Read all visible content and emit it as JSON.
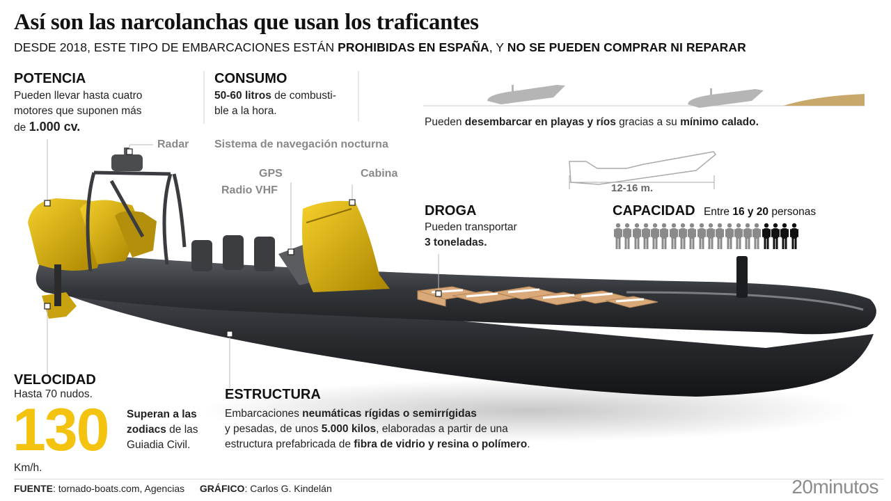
{
  "title": "Así son las narcolanchas que usan los traficantes",
  "subtitle": {
    "part1": "DESDE 2018, ESTE TIPO DE EMBARCACIONES ESTÁN ",
    "bold1": "PROHIBIDAS EN ESPAÑA",
    "part2": ", Y ",
    "bold2": "NO SE PUEDEN COMPRAR NI REPARAR"
  },
  "potencia": {
    "heading": "POTENCIA",
    "line1": "Pueden llevar hasta cuatro",
    "line2": "motores que suponen más",
    "pre": "de ",
    "bold": "1.000 cv."
  },
  "consumo": {
    "heading": "CONSUMO",
    "bold": "50-60 litros",
    "rest1": " de combusti-",
    "rest2": "ble a la hora."
  },
  "labels": {
    "radar": "Radar",
    "night_nav": "Sistema de navegación nocturna",
    "gps": "GPS",
    "radio": "Radio VHF",
    "cabina": "Cabina"
  },
  "desembarcar": {
    "pre": "Pueden ",
    "bold1": "desembarcar en playas y ríos",
    "mid": " gracias a su ",
    "bold2": "mínimo calado."
  },
  "length_label": "12-16 m.",
  "droga": {
    "heading": "DROGA",
    "line1": "Pueden transportar",
    "bold": "3 toneladas."
  },
  "capacidad": {
    "heading": "CAPACIDAD",
    "pre": "Entre ",
    "bold": "16 y 20",
    "post": " personas",
    "gray_count": 16,
    "dark_count": 4
  },
  "velocidad": {
    "heading": "VELOCIDAD",
    "line": "Hasta 70 nudos.",
    "big": "130",
    "unit": "Km/h.",
    "bold1": "Superan a las",
    "bold2": "zodiacs",
    "rest1": " de las",
    "rest2": "Guiadia Civil."
  },
  "estructura": {
    "heading": "ESTRUCTURA",
    "l1_pre": "Embarcaciones ",
    "l1_bold": "neumáticas rígidas o semirrígidas",
    "l2_pre": "y pesadas, de unos ",
    "l2_bold": "5.000 kilos",
    "l2_post": ", elaboradas a partir de una",
    "l3_pre": "estructura prefabricada de ",
    "l3_bold": "fibra de vidrio y resina o polímero",
    "l3_post": "."
  },
  "footer": {
    "fuente_label": "FUENTE",
    "fuente": ": tornado-boats.com, Agencias",
    "grafico_label": "GRÁFICO",
    "grafico": ": Carlos G. Kindelán"
  },
  "logo": "20minutos",
  "colors": {
    "accent": "#f3c30f",
    "hull": "#2b2d31",
    "sand": "#c8a86a",
    "gray_person": "#8a8a8a",
    "dark_person": "#111111"
  }
}
